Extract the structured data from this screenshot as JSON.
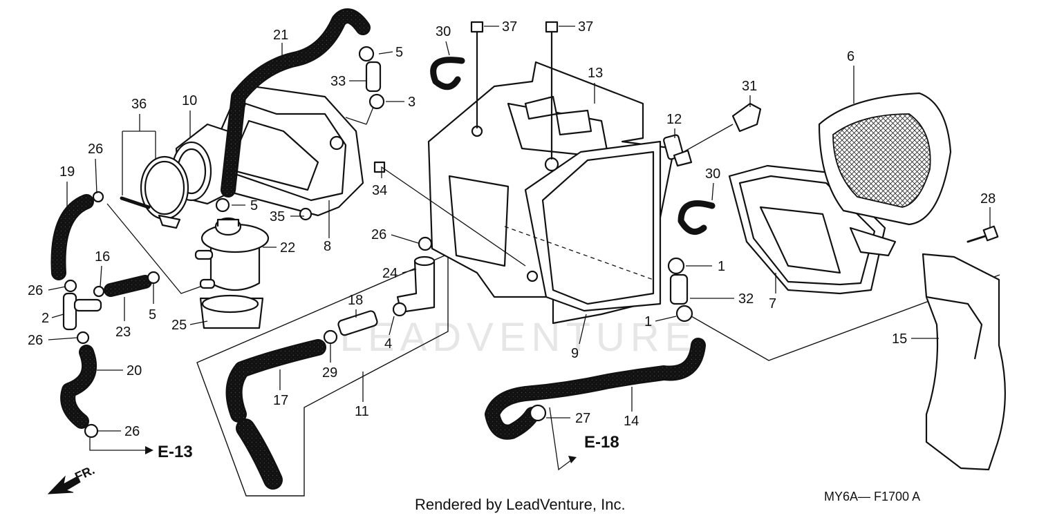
{
  "diagram": {
    "footer": "Rendered by LeadVenture, Inc.",
    "diagram_code": "MY6A— F1700 A",
    "watermark": "LEADVENTURE",
    "front_marker": "FR.",
    "refs": {
      "e13": "E-13",
      "e18": "E-18"
    },
    "callouts": {
      "c1a": "1",
      "c1b": "1",
      "c2": "2",
      "c3": "3",
      "c4": "4",
      "c5a": "5",
      "c5b": "5",
      "c5c": "5",
      "c6": "6",
      "c7": "7",
      "c8": "8",
      "c9": "9",
      "c10": "10",
      "c11": "11",
      "c12": "12",
      "c13": "13",
      "c14": "14",
      "c15": "15",
      "c16": "16",
      "c17": "17",
      "c18": "18",
      "c19": "19",
      "c20": "20",
      "c21": "21",
      "c22": "22",
      "c23": "23",
      "c24": "24",
      "c25": "25",
      "c26a": "26",
      "c26b": "26",
      "c26c": "26",
      "c26d": "26",
      "c26e": "26",
      "c27": "27",
      "c28": "28",
      "c29": "29",
      "c30a": "30",
      "c30b": "30",
      "c31": "31",
      "c32": "32",
      "c33": "33",
      "c34": "34",
      "c35": "35",
      "c36": "36",
      "c37a": "37",
      "c37b": "37"
    }
  }
}
